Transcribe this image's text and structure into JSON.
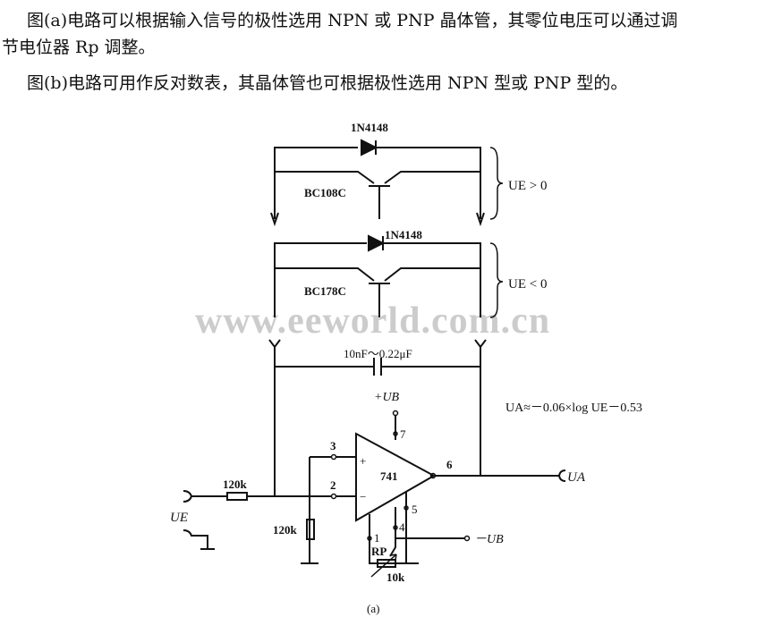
{
  "text": {
    "para1_line1": "图(a)电路可以根据输入信号的极性选用 NPN 或 PNP 晶体管，其零位电压可以通过调",
    "para1_line2": "节电位器 Rp 调整。",
    "para2": "图(b)电路可用作反对数表，其晶体管也可根据极性选用 NPN 型或 PNP 型的。"
  },
  "diagram": {
    "diode1": "1N4148",
    "transistor1": "BC108C",
    "condition1": "UE > 0",
    "diode2": "1N4148",
    "transistor2": "BC178C",
    "condition2": "UE < 0",
    "watermark": "www.eeworld.com.cn",
    "capacitor": "10nF～0.22μF",
    "supply_pos": "+UB",
    "supply_neg": "－UB",
    "formula": "UA≈－0.06×log UE－0.53",
    "opamp": "741",
    "pin3": "3",
    "pin2": "2",
    "pin7": "7",
    "pin6": "6",
    "pin5": "5",
    "pin4": "4",
    "pin1": "1",
    "plus": "+",
    "minus": "−",
    "r_in": "120k",
    "r_gnd": "120k",
    "pot_name": "RP",
    "pot_value": "10k",
    "input": "UE",
    "output": "UA",
    "caption": "(a)"
  }
}
